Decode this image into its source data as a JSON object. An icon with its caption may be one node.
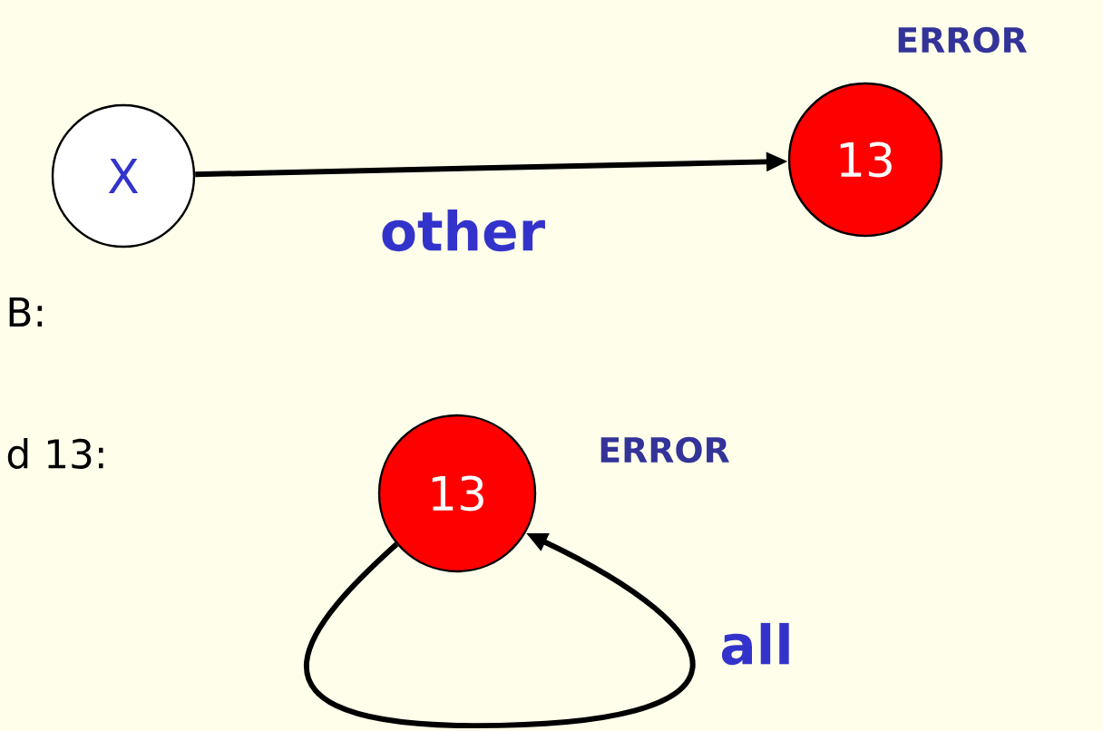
{
  "diagram": {
    "nodes": [
      {
        "text": [
          "X"
        ]
      },
      {
        "text": [
          "13"
        ],
        "beside": [
          "ERROR"
        ]
      },
      {
        "text": [
          "13"
        ],
        "beside": [
          "ERROR"
        ]
      }
    ],
    "edges": [
      {
        "from": 0,
        "to": 1,
        "arrow": "to",
        "label": "other"
      },
      {
        "from": 2,
        "to": 2,
        "arrow": "to",
        "label": "all"
      }
    ],
    "labels": [
      "B:",
      "d 13:"
    ]
  }
}
